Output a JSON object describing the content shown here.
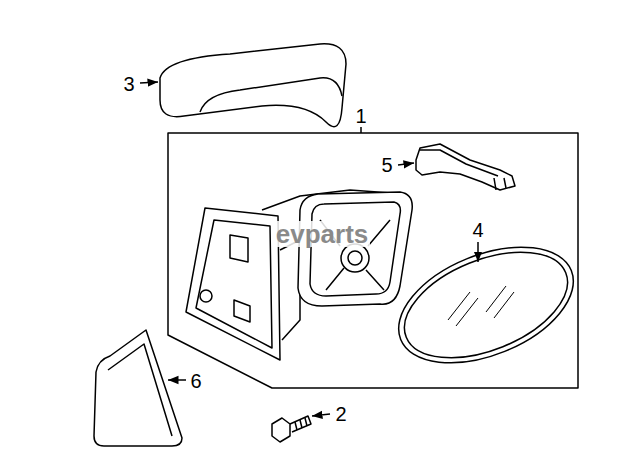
{
  "diagram": {
    "labels": [
      "3",
      "1",
      "5",
      "4",
      "6",
      "2",
      "evparts"
    ]
  }
}
